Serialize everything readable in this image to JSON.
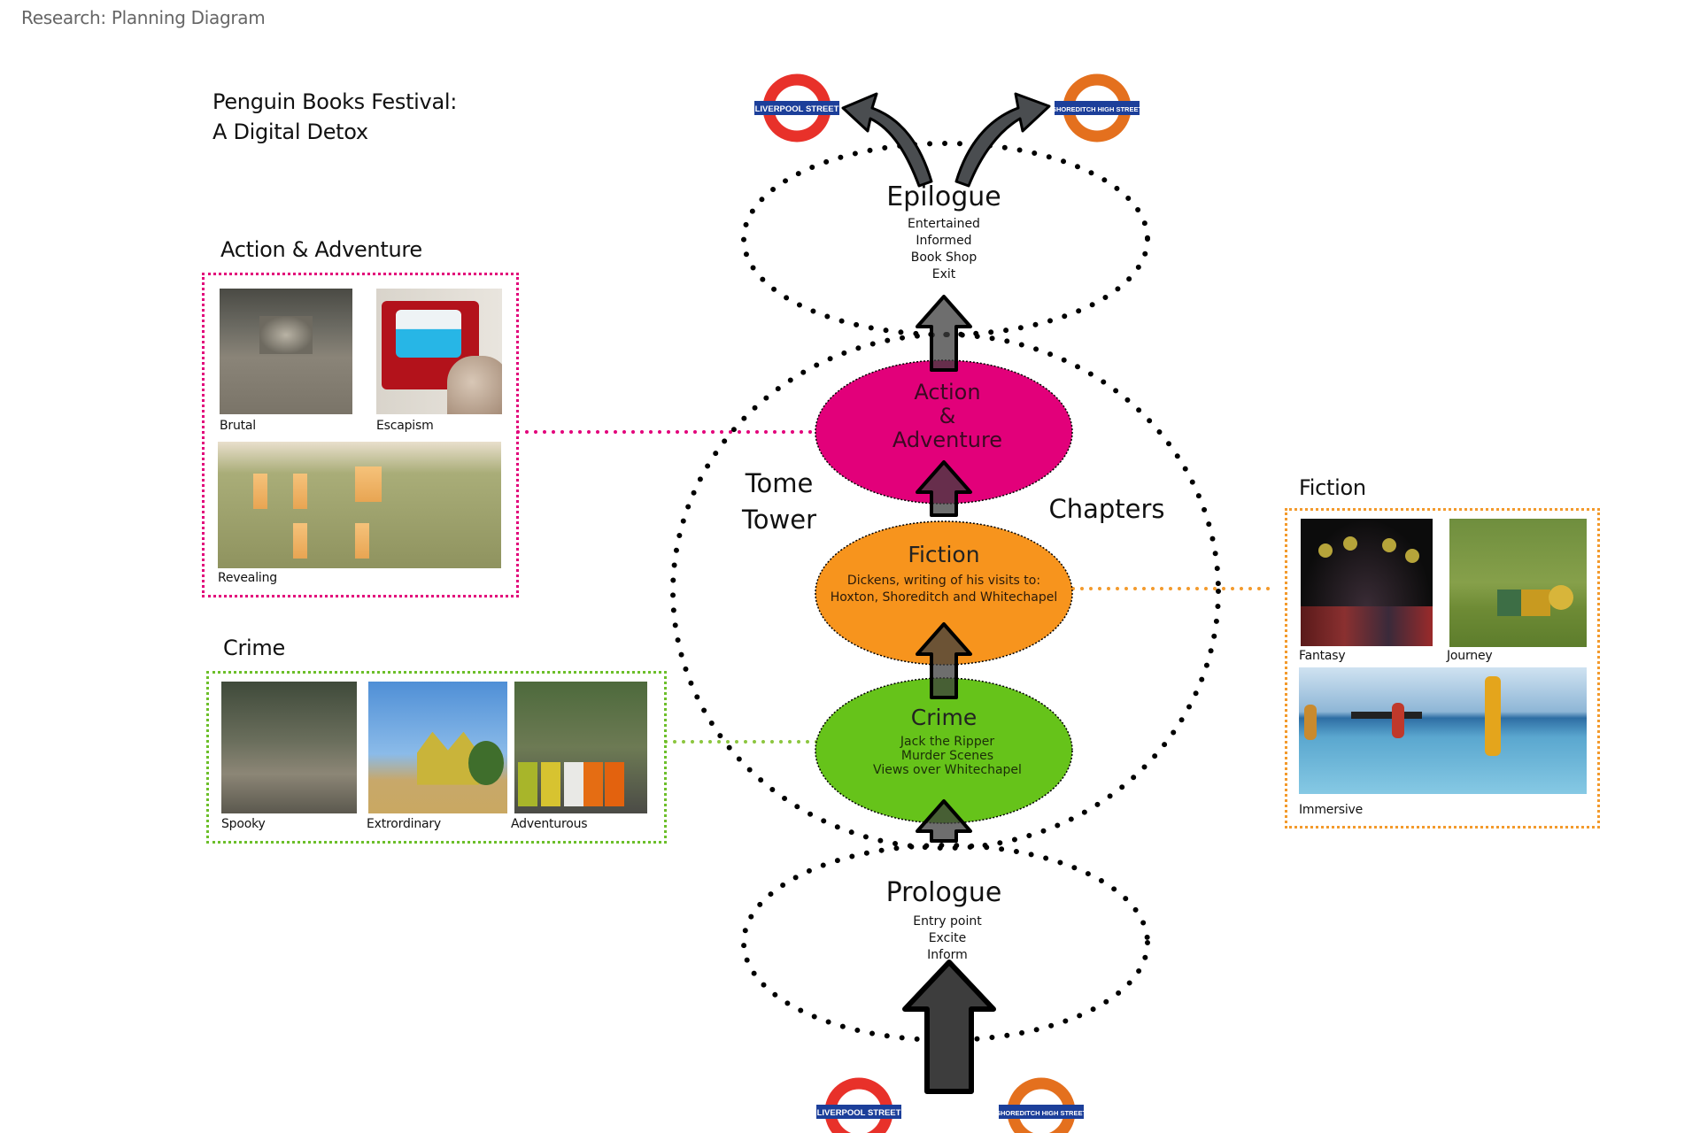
{
  "header": {
    "title": "Research: Planning Diagram"
  },
  "project": {
    "title_line1": "Penguin Books Festival:",
    "title_line2": "A Digital Detox"
  },
  "colors": {
    "action_adventure": "#e2007a",
    "fiction": "#f7941d",
    "crime": "#66c31a",
    "arrow_fill": "#3d3d3d",
    "liverpool_roundel": "#e8312a",
    "shoreditch_roundel": "#e4701e",
    "roundel_bar": "#1c3f9a"
  },
  "stations": {
    "top_left": "LIVERPOOL STREET",
    "top_right": "SHOREDITCH HIGH STREET",
    "bottom_left": "LIVERPOOL STREET",
    "bottom_right": "SHOREDITCH HIGH STREET"
  },
  "tower": {
    "label_line1": "Tome",
    "label_line2": "Tower",
    "chapters_label": "Chapters"
  },
  "stages": {
    "epilogue": {
      "title": "Epilogue",
      "lines": [
        "Entertained",
        "Informed",
        "Book Shop",
        "Exit"
      ]
    },
    "action_adventure": {
      "title_lines": [
        "Action",
        "&",
        "Adventure"
      ]
    },
    "fiction": {
      "title": "Fiction",
      "lines": [
        "Dickens, writing of his visits to:",
        "Hoxton, Shoreditch and Whitechapel"
      ]
    },
    "crime": {
      "title": "Crime",
      "lines": [
        "Jack the Ripper",
        "Murder Scenes",
        "Views over Whitechapel"
      ]
    },
    "prologue": {
      "title": "Prologue",
      "lines": [
        "Entry point",
        "Excite",
        "Inform"
      ]
    }
  },
  "panels": {
    "action_adventure": {
      "title": "Action & Adventure",
      "photos": [
        {
          "caption": "Brutal"
        },
        {
          "caption": "Escapism"
        },
        {
          "caption": "Revealing"
        }
      ]
    },
    "crime": {
      "title": "Crime",
      "photos": [
        {
          "caption": "Spooky"
        },
        {
          "caption": "Extrordinary"
        },
        {
          "caption": "Adventurous"
        }
      ]
    },
    "fiction": {
      "title": "Fiction",
      "photos": [
        {
          "caption": "Fantasy"
        },
        {
          "caption": "Journey"
        },
        {
          "caption": "Immersive"
        }
      ]
    }
  }
}
